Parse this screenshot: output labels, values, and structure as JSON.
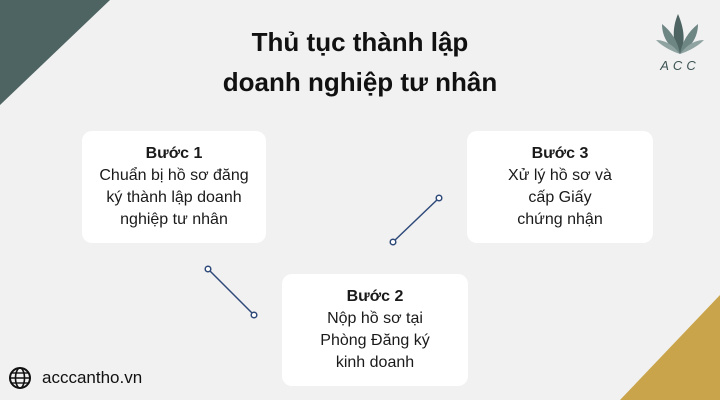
{
  "title_line1": "Thủ tục thành lập",
  "title_line2": "doanh nghiệp tư nhân",
  "logo_text": "ACC",
  "steps": [
    {
      "label": "Bước 1",
      "lines": [
        "Chuẩn bị hồ sơ đăng",
        "ký thành lập doanh",
        "nghiệp tư nhân"
      ]
    },
    {
      "label": "Bước 2",
      "lines": [
        "Nộp hồ sơ tại",
        "Phòng Đăng ký",
        "kinh doanh"
      ]
    },
    {
      "label": "Bước 3",
      "lines": [
        "Xử lý hồ sơ và",
        "cấp Giấy",
        "chứng nhận"
      ]
    }
  ],
  "footer_text": "acccantho.vn",
  "colors": {
    "corner_top": "#4e6462",
    "corner_bottom": "#c9a44a",
    "connector": "#2f4a7a"
  },
  "icons": [
    "leaf-logo-icon",
    "globe-icon"
  ]
}
